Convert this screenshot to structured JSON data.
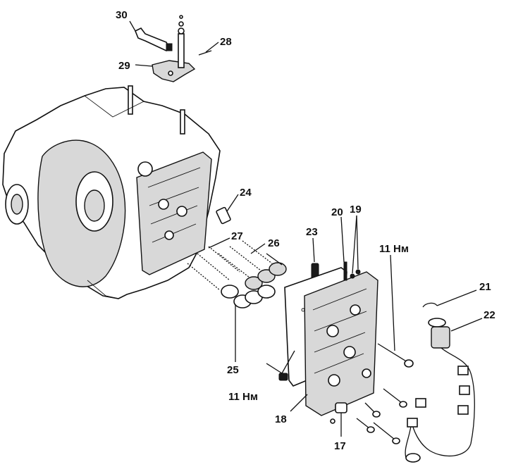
{
  "callouts": {
    "c30": "30",
    "c29": "29",
    "c28": "28",
    "c24": "24",
    "c27": "27",
    "c26": "26",
    "c25": "25",
    "c23": "23",
    "c20": "20",
    "c19": "19",
    "c21": "21",
    "c22": "22",
    "c18": "18",
    "c17": "17",
    "torque_upper": "11 Нм",
    "torque_lower": "11 Нм"
  }
}
